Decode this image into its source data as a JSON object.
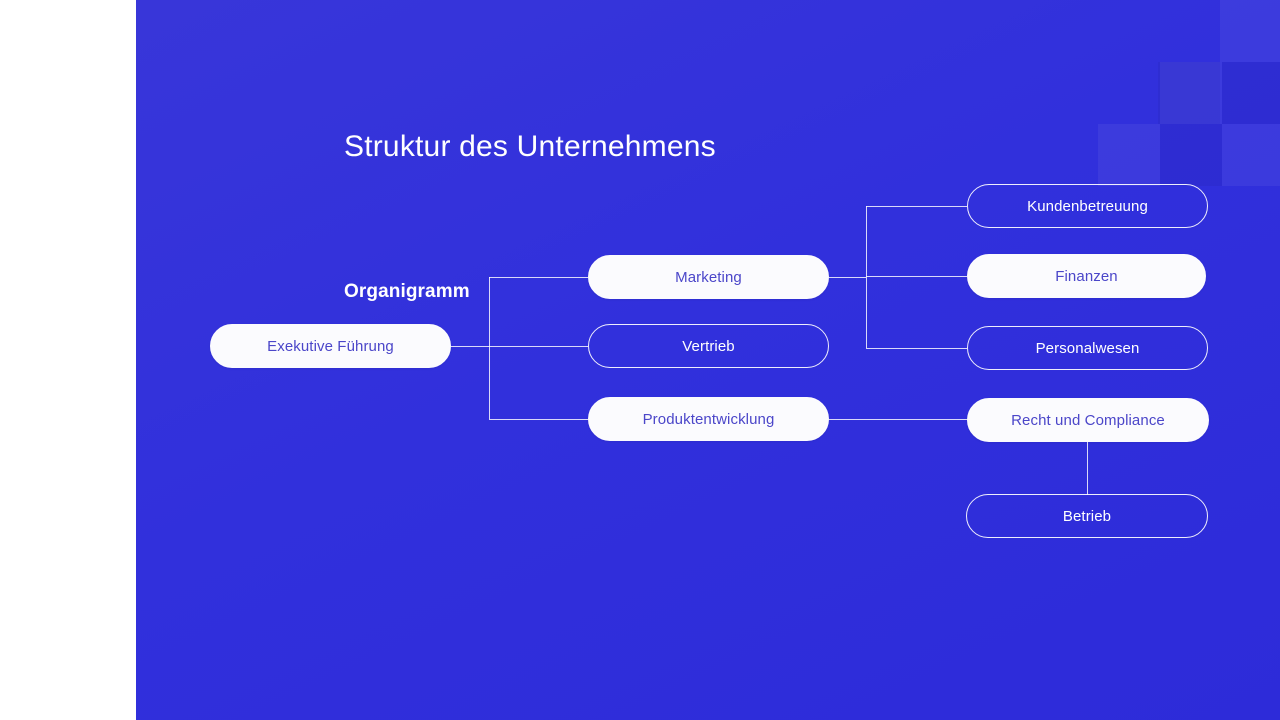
{
  "slide": {
    "title": "Struktur des Unternehmens",
    "section_title": "Organigramm"
  },
  "theme": {
    "background_blue": "#3130dc",
    "node_fill": "#fbfbfe",
    "node_text_on_fill": "#4b46c9",
    "node_text_on_outline": "#ffffff",
    "connector": "#ffffff",
    "left_strip": "#ffffff"
  },
  "org_chart": {
    "root": {
      "label": "Exekutive Führung",
      "style": "filled"
    },
    "level2": [
      {
        "label": "Marketing",
        "style": "filled"
      },
      {
        "label": "Vertrieb",
        "style": "outline"
      },
      {
        "label": "Produktentwicklung",
        "style": "filled"
      }
    ],
    "level3": [
      {
        "label": "Kundenbetreuung",
        "style": "outline"
      },
      {
        "label": "Finanzen",
        "style": "filled"
      },
      {
        "label": "Personalwesen",
        "style": "outline"
      },
      {
        "label": "Recht und Compliance",
        "style": "filled"
      },
      {
        "label": "Betrieb",
        "style": "outline"
      }
    ]
  }
}
